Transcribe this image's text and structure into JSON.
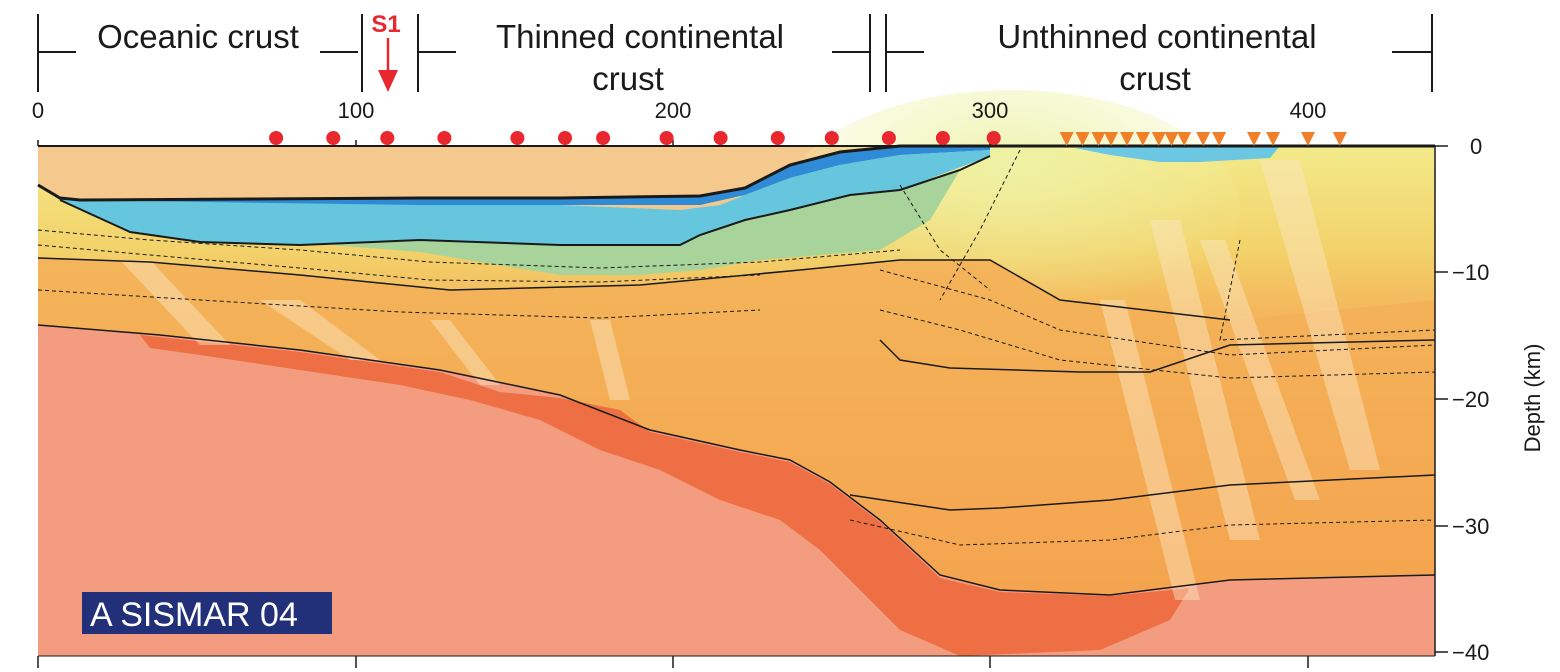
{
  "header": {
    "oceanic_label": "Oceanic  crust",
    "thinned_line1": "Thinned continental",
    "thinned_line2": "crust",
    "unthinned_line1": "Unthinned continental",
    "unthinned_line2": "crust",
    "site_marker": "S1"
  },
  "axes": {
    "x_ticks": [
      "0",
      "100",
      "200",
      "300",
      "400"
    ],
    "y_ticks": [
      "0",
      "−10",
      "−20",
      "−30",
      "−40"
    ],
    "y_label": "Depth (km)",
    "x_range_km": [
      0,
      440
    ],
    "y_range_km": [
      0,
      -40
    ]
  },
  "profile_label": "A SISMAR 04",
  "stations": {
    "obs_km": [
      75,
      93,
      110,
      128,
      151,
      166,
      178,
      198,
      215,
      233,
      250,
      268,
      285,
      301
    ],
    "ols_km": [
      324,
      329,
      334,
      338,
      343,
      348,
      353,
      357,
      361,
      367,
      372,
      383,
      389,
      400,
      410
    ]
  },
  "colors": {
    "water": "#3aa4e0",
    "sediment": "#5fc4da",
    "thinned_sediment": "#9fcf9c",
    "upper_crust": "#f2e37a",
    "lower_crust": "#f4a751",
    "mantle": "#f39a7e",
    "mantle_deep": "#ec6034",
    "marker": "#e8282e",
    "ols_marker": "#f07f2a",
    "badge": "#22307a"
  }
}
